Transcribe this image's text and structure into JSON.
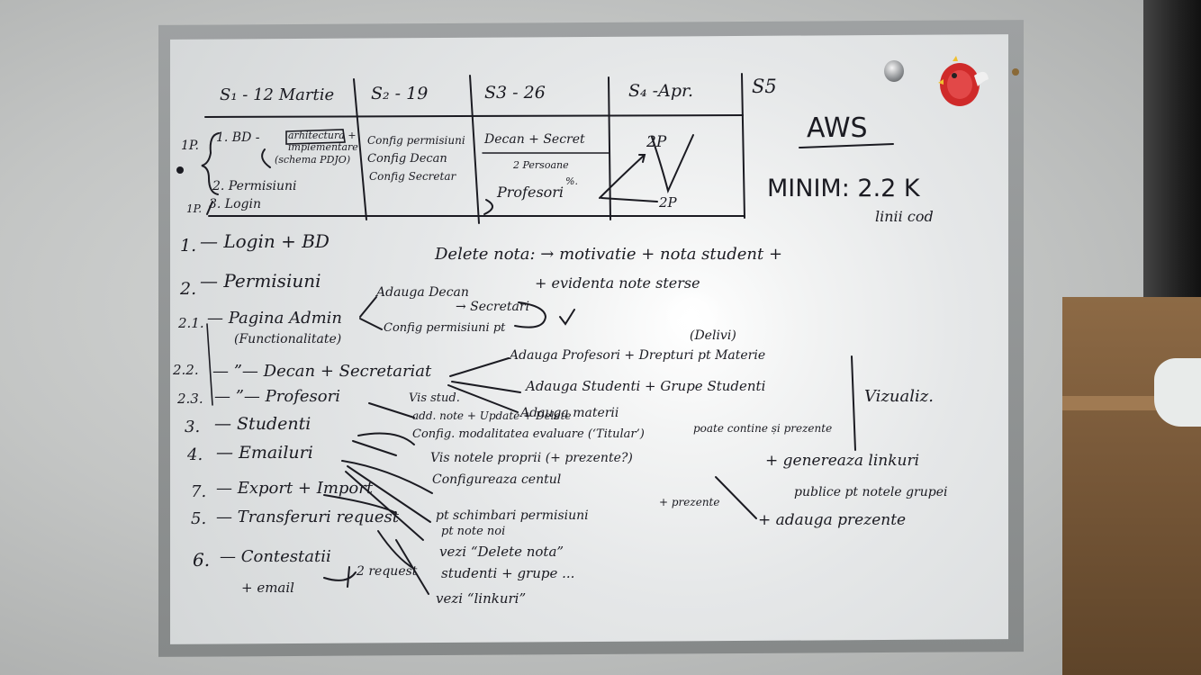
{
  "board": {
    "table": {
      "headers": [
        "S₁ - 12 Martie",
        "S₂ - 19",
        "S3 - 26",
        "S₄ -Apr.",
        "S5"
      ],
      "row_labels": [
        "1P.",
        "1P."
      ],
      "col1": [
        "1. BD -",
        "arhitectura +",
        "implementare",
        "(schema PDJO)",
        "2. Permisiuni",
        "3. Login"
      ],
      "col2": [
        "Config permisiuni",
        "Config Decan",
        "Config Secretar"
      ],
      "col3": [
        "Decan + Secret",
        "2 Persoane",
        "%.",
        "Profesori"
      ],
      "col4": [
        "2P",
        "2P"
      ]
    },
    "aws": {
      "title": "AWS",
      "minim": "MINIM: 2.2 K",
      "unit": "linii cod"
    },
    "note": {
      "line1": "Delete nota: → motivatie + nota student +",
      "line2": "+ evidenta note sterse"
    },
    "list": [
      {
        "num": "1.",
        "text": "— Login + BD"
      },
      {
        "num": "2.",
        "text": "— Permisiuni"
      },
      {
        "num": "2.1.",
        "text": "— Pagina Admin",
        "sub": "(Functionalitate)"
      },
      {
        "num": "2.2.",
        "text": "— ”— Decan + Secretariat"
      },
      {
        "num": "2.3.",
        "text": "— ”— Profesori"
      },
      {
        "num": "3.",
        "text": "— Studenti"
      },
      {
        "num": "4.",
        "text": "— Emailuri"
      },
      {
        "num": "7.",
        "text": "— Export + Import"
      },
      {
        "num": "5.",
        "text": "— Transferuri request"
      },
      {
        "num": "6.",
        "text": "— Contestatii",
        "sub": "+ email"
      }
    ],
    "admin": [
      "Adauga Decan",
      "→ Secretari",
      "Config permisiuni pt",
      "(Delivi)"
    ],
    "decan": [
      "Adauga Profesori + Drepturi pt Materie",
      "Adauga Studenti + Grupe Studenti",
      "Adauga materii",
      "poate contine și prezente"
    ],
    "vizualiz": "Vizualiz.",
    "prof": [
      "Vis stud.",
      "add. note + Update + Delete",
      "Config. modalitatea evaluare (‘Titular’)",
      "Vis notele proprii (+ prezente?)",
      "Configureaza centul",
      "+ prezente"
    ],
    "links": [
      "+ genereaza linkuri",
      "publice pt notele grupei"
    ],
    "prez": "+ adauga prezente",
    "bottom": [
      "pt schimbari permisiuni",
      "pt note noi",
      "vezi “Delete nota”",
      "studenti + grupe ...",
      "vezi “linkuri”"
    ],
    "contest": "2 request",
    "magnets": [
      "silver-magnet",
      "bird-magnet"
    ]
  },
  "colors": {
    "ink": "#1b1b22",
    "board": "#eef0f0",
    "frame": "#9a9d9e",
    "bird": "#d02a2a"
  }
}
